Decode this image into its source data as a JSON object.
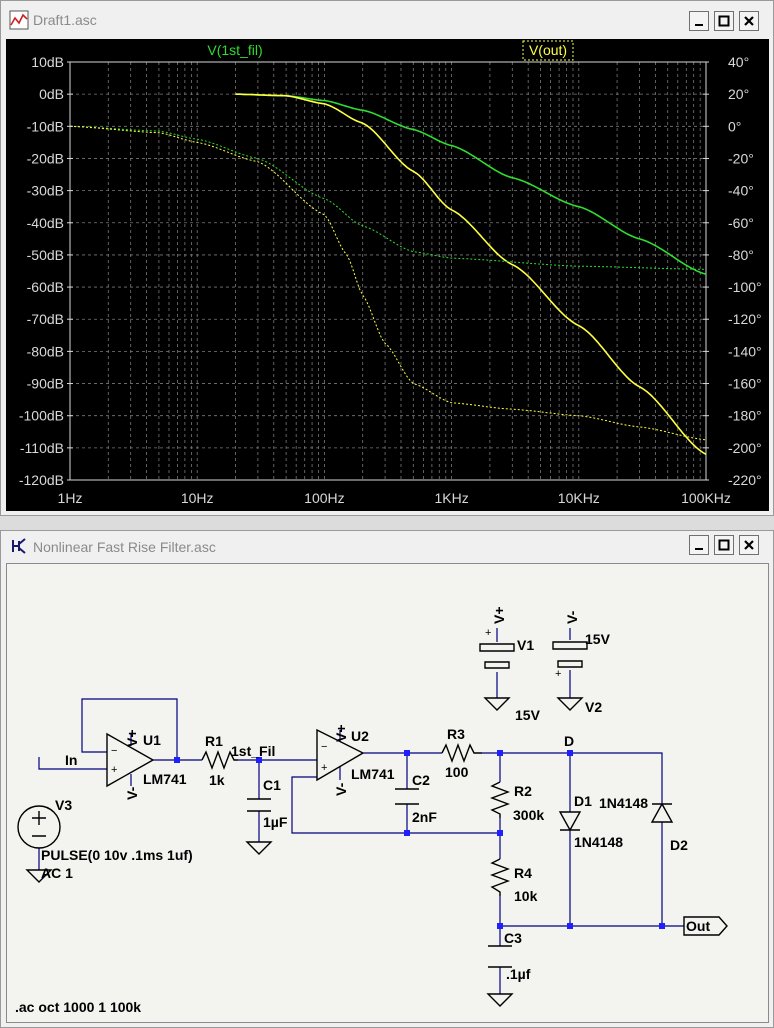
{
  "plot_window": {
    "title": "Draft1.asc",
    "legend": [
      {
        "label": "V(1st_fil)",
        "color": "#2fdc2f"
      },
      {
        "label": "V(out)",
        "color": "#ffff40"
      }
    ],
    "left_ticks": [
      "10dB",
      "0dB",
      "-10dB",
      "-20dB",
      "-30dB",
      "-40dB",
      "-50dB",
      "-60dB",
      "-70dB",
      "-80dB",
      "-90dB",
      "-100dB",
      "-110dB",
      "-120dB"
    ],
    "right_ticks": [
      "40°",
      "20°",
      "0°",
      "-20°",
      "-40°",
      "-60°",
      "-80°",
      "-100°",
      "-120°",
      "-140°",
      "-160°",
      "-180°",
      "-200°",
      "-220°"
    ],
    "x_ticks": [
      "1Hz",
      "10Hz",
      "100Hz",
      "1KHz",
      "10KHz",
      "100KHz"
    ]
  },
  "chart_data": {
    "type": "line",
    "x_scale": "log",
    "xlim": [
      1,
      100000
    ],
    "ylim_left": [
      -120,
      10
    ],
    "ylim_right": [
      -220,
      40
    ],
    "grid": true,
    "series": [
      {
        "name": "V(1st_fil)",
        "axis": "magnitude_dB",
        "style": "solid",
        "color": "#2fdc2f",
        "points": [
          [
            20,
            0
          ],
          [
            50,
            -0.5
          ],
          [
            100,
            -2
          ],
          [
            200,
            -5
          ],
          [
            500,
            -11
          ],
          [
            1000,
            -16
          ],
          [
            3000,
            -26
          ],
          [
            10000,
            -35
          ],
          [
            30000,
            -45
          ],
          [
            100000,
            -56
          ]
        ]
      },
      {
        "name": "V(out)",
        "axis": "magnitude_dB",
        "style": "solid",
        "color": "#ffff40",
        "points": [
          [
            20,
            0
          ],
          [
            50,
            -0.5
          ],
          [
            100,
            -3
          ],
          [
            200,
            -9
          ],
          [
            500,
            -24
          ],
          [
            1000,
            -36
          ],
          [
            3000,
            -53
          ],
          [
            10000,
            -72
          ],
          [
            30000,
            -91
          ],
          [
            100000,
            -112
          ]
        ]
      },
      {
        "name": "V(1st_fil)",
        "axis": "phase_deg",
        "style": "dashed",
        "color": "#2fdc2f",
        "points": [
          [
            1,
            0
          ],
          [
            5,
            -3
          ],
          [
            10,
            -8
          ],
          [
            30,
            -20
          ],
          [
            100,
            -45
          ],
          [
            200,
            -62
          ],
          [
            500,
            -78
          ],
          [
            1000,
            -82
          ],
          [
            10000,
            -87
          ],
          [
            100000,
            -89
          ]
        ]
      },
      {
        "name": "V(out)",
        "axis": "phase_deg",
        "style": "dashed",
        "color": "#ffff40",
        "points": [
          [
            1,
            0
          ],
          [
            5,
            -4
          ],
          [
            10,
            -10
          ],
          [
            30,
            -22
          ],
          [
            100,
            -55
          ],
          [
            150,
            -80
          ],
          [
            200,
            -105
          ],
          [
            300,
            -135
          ],
          [
            500,
            -160
          ],
          [
            1000,
            -172
          ],
          [
            3000,
            -176
          ],
          [
            10000,
            -180
          ],
          [
            30000,
            -187
          ],
          [
            100000,
            -195
          ]
        ]
      }
    ]
  },
  "schematic_window": {
    "title": "Nonlinear Fast Rise Filter.asc",
    "labels": {
      "v1_plus": "V+",
      "v1": "V1",
      "v1_val": "15V",
      "v2_minus": "V-",
      "v2_val": "15V",
      "v2": "V2",
      "u1_vplus": "V+",
      "u1": "U1",
      "u1_model": "LM741",
      "u1_vminus": "V-",
      "in": "In",
      "r1": "R1",
      "r1_val": "1k",
      "node1": "1st_Fil",
      "c1": "C1",
      "c1_val": "1µF",
      "u2_vplus": "V+",
      "u2": "U2",
      "u2_model": "LM741",
      "u2_vminus": "V-",
      "c2": "C2",
      "c2_val": "2nF",
      "r3": "R3",
      "r3_val": "100",
      "d": "D",
      "r2": "R2",
      "r2_val": "300k",
      "d1": "D1",
      "d1_model_top": "1N4148",
      "d1_model": "1N4148",
      "d2": "D2",
      "r4": "R4",
      "r4_val": "10k",
      "c3": "C3",
      "c3_val": ".1µf",
      "v3": "V3",
      "v3_pulse": "PULSE(0 10v .1ms 1uf)",
      "v3_ac": "AC 1",
      "out": "Out",
      "ac_cmd": ".ac oct 1000 1 100k",
      "plus": "+"
    }
  }
}
